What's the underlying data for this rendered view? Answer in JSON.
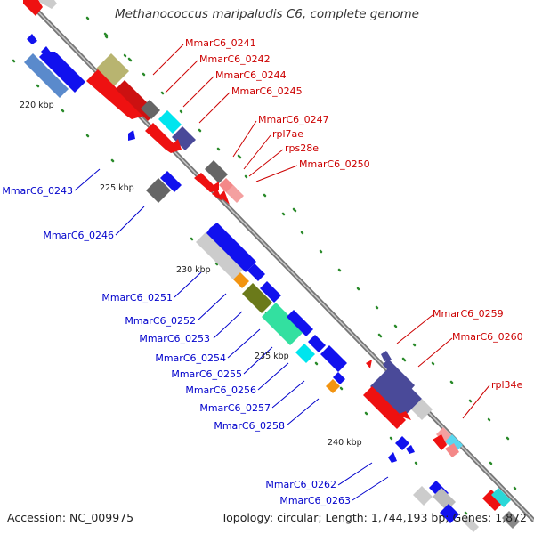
{
  "title": "Methanococcus maripaludis C6, complete genome",
  "accession": "Accession: NC_009975",
  "topology": "Topology: circular;",
  "length": "Length: 1,744,193 bp;",
  "genes": "Genes: 1,872",
  "colors": {
    "forward_label": "#cc0000",
    "reverse_label": "#0000cc",
    "backbone": "#888888",
    "tick_dots": "#2a8a2a"
  },
  "scale_ticks": [
    "220 kbp",
    "225 kbp",
    "230 kbp",
    "235 kbp",
    "240 kbp"
  ],
  "gene_labels": {
    "forward": [
      "MmarC6_0241",
      "MmarC6_0242",
      "MmarC6_0244",
      "MmarC6_0245",
      "MmarC6_0247",
      "rpl7ae",
      "rps28e",
      "MmarC6_0250",
      "MmarC6_0259",
      "MmarC6_0260",
      "rpl34e"
    ],
    "reverse": [
      "MmarC6_0243",
      "MmarC6_0246",
      "MmarC6_0251",
      "MmarC6_0252",
      "MmarC6_0253",
      "MmarC6_0254",
      "MmarC6_0255",
      "MmarC6_0256",
      "MmarC6_0257",
      "MmarC6_0258",
      "MmarC6_0262",
      "MmarC6_0263"
    ]
  }
}
